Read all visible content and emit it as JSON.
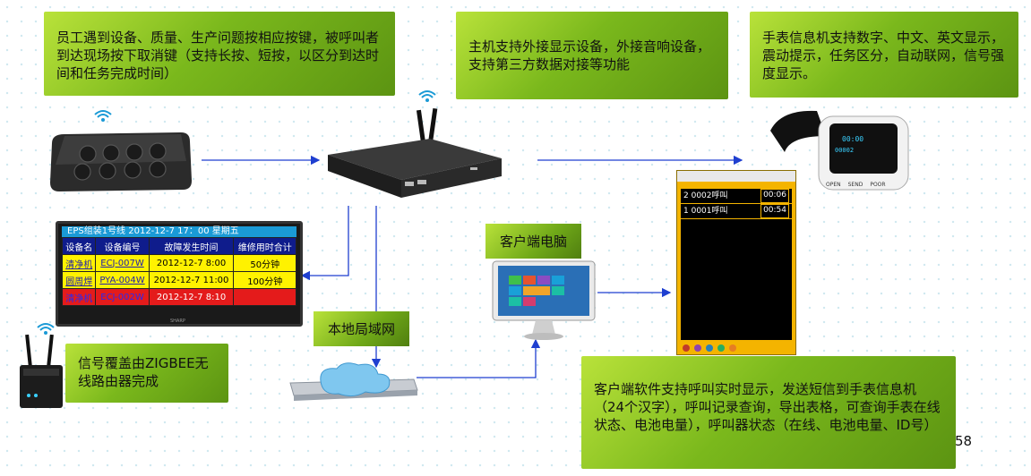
{
  "callouts": {
    "employee": "员工遇到设备、质量、生产问题按相应按键，被呼叫者到达现场按下取消键（支持长按、短按，以区分到达时间和任务完成时间）",
    "host": "主机支持外接显示设备，外接音响设备，支持第三方数据对接等功能",
    "watch": "手表信息机支持数字、中文、英文显示，震动提示，任务区分，自动联网，信号强度显示。",
    "zigbee": "信号覆盖由ZIGBEE无线路由器完成",
    "client_software": "客户端软件支持呼叫实时显示，发送短信到手表信息机（24个汉字），呼叫记录查询，导出表格，可查询手表在线状态、电池电量），呼叫器状态（在线、电池电量、ID号）"
  },
  "labels": {
    "client_pc": "客户端电脑",
    "lan": "本地局域网"
  },
  "tv": {
    "header": "EPS组装1号线    2012-12-7 17：00   星期五",
    "columns": [
      "设备名",
      "设备编号",
      "故障发生时间",
      "维修用时合计"
    ],
    "rows": [
      {
        "name": "清净机",
        "code": "ECJ-007W",
        "time": "2012-12-7  8:00",
        "total": "50分钟"
      },
      {
        "name": "圆周焊",
        "code": "PYA-004W",
        "time": "2012-12-7  11:00",
        "total": "100分钟"
      },
      {
        "name": "清净机",
        "code": "ECJ-002W",
        "time": "2012-12-7  8:10",
        "total": ""
      }
    ],
    "brand": "SHARP"
  },
  "phone_app": {
    "rows": [
      {
        "label": "2  0002呼叫",
        "time": "00:06"
      },
      {
        "label": "1  0001呼叫",
        "time": "00:54"
      }
    ]
  },
  "watch": {
    "buttons": [
      "OPEN",
      "SEND",
      "POOR"
    ]
  },
  "page_number": "58",
  "colors": {
    "callout_green": "#7ab81c",
    "arrow_blue": "#1f3fd0",
    "tv_header": "#1a9ad6",
    "tv_col_header": "#0f1c8c",
    "row_yellow": "#fff200",
    "row_red": "#e41b1b",
    "phone_frame": "#f4b400"
  },
  "icons": [
    "wifi-icon",
    "call-button-device",
    "host-box",
    "smart-watch",
    "led-board",
    "zigbee-router",
    "lan-cloud",
    "desktop-pc",
    "phone-app"
  ]
}
